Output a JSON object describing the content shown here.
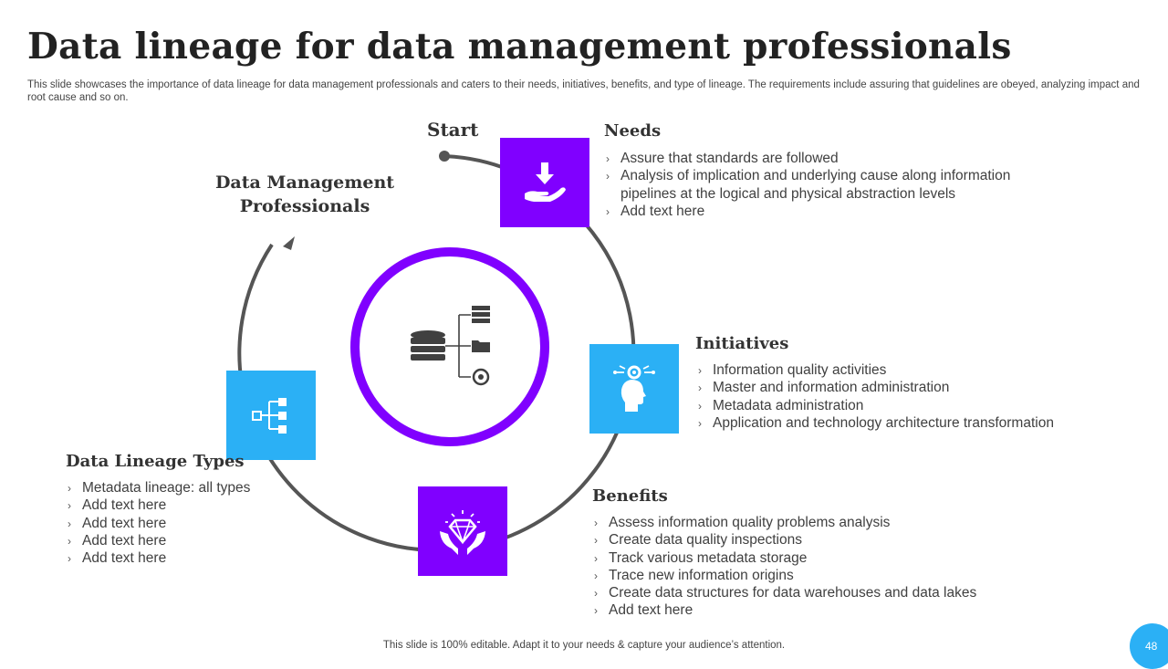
{
  "slide": {
    "title": "Data lineage for data management professionals",
    "subtitle": "This slide showcases the importance of data lineage for data management professionals and caters to their needs, initiatives, benefits, and type of lineage. The requirements include assuring that guidelines are obeyed, analyzing impact and root cause and so on.",
    "footer": "This slide is 100% editable. Adapt it to your needs & capture your audience’s attention.",
    "page_number": "48"
  },
  "diagram": {
    "start_label": "Start",
    "professionals_line1": "Data Management",
    "professionals_line2": "Professionals",
    "colors": {
      "purple": "#8000ff",
      "blue": "#2bb0f5",
      "ring": "#555555"
    },
    "center_icon": "database-hierarchy-icon"
  },
  "sections": {
    "needs": {
      "heading": "Needs",
      "icon": "hand-download-icon",
      "items": [
        "Assure that standards are followed",
        "Analysis of implication and underlying  cause along information pipelines at the logical and physical abstraction levels",
        "Add text here"
      ]
    },
    "initiatives": {
      "heading": "Initiatives",
      "icon": "head-gear-icon",
      "items": [
        "Information quality activities",
        "Master and information administration",
        "Metadata administration",
        "Application and technology  architecture transformation"
      ]
    },
    "benefits": {
      "heading": "Benefits",
      "icon": "hands-diamond-icon",
      "items": [
        "Assess information quality problems analysis",
        "Create data quality inspections",
        "Track various metadata storage",
        "Trace new information origins",
        "Create data structures for data warehouses and data lakes",
        "Add text here"
      ]
    },
    "lineage_types": {
      "heading": "Data Lineage Types",
      "icon": "hierarchy-icon",
      "items": [
        "Metadata lineage: all types",
        "Add text here",
        "Add text here",
        "Add text here",
        "Add text here"
      ]
    }
  }
}
